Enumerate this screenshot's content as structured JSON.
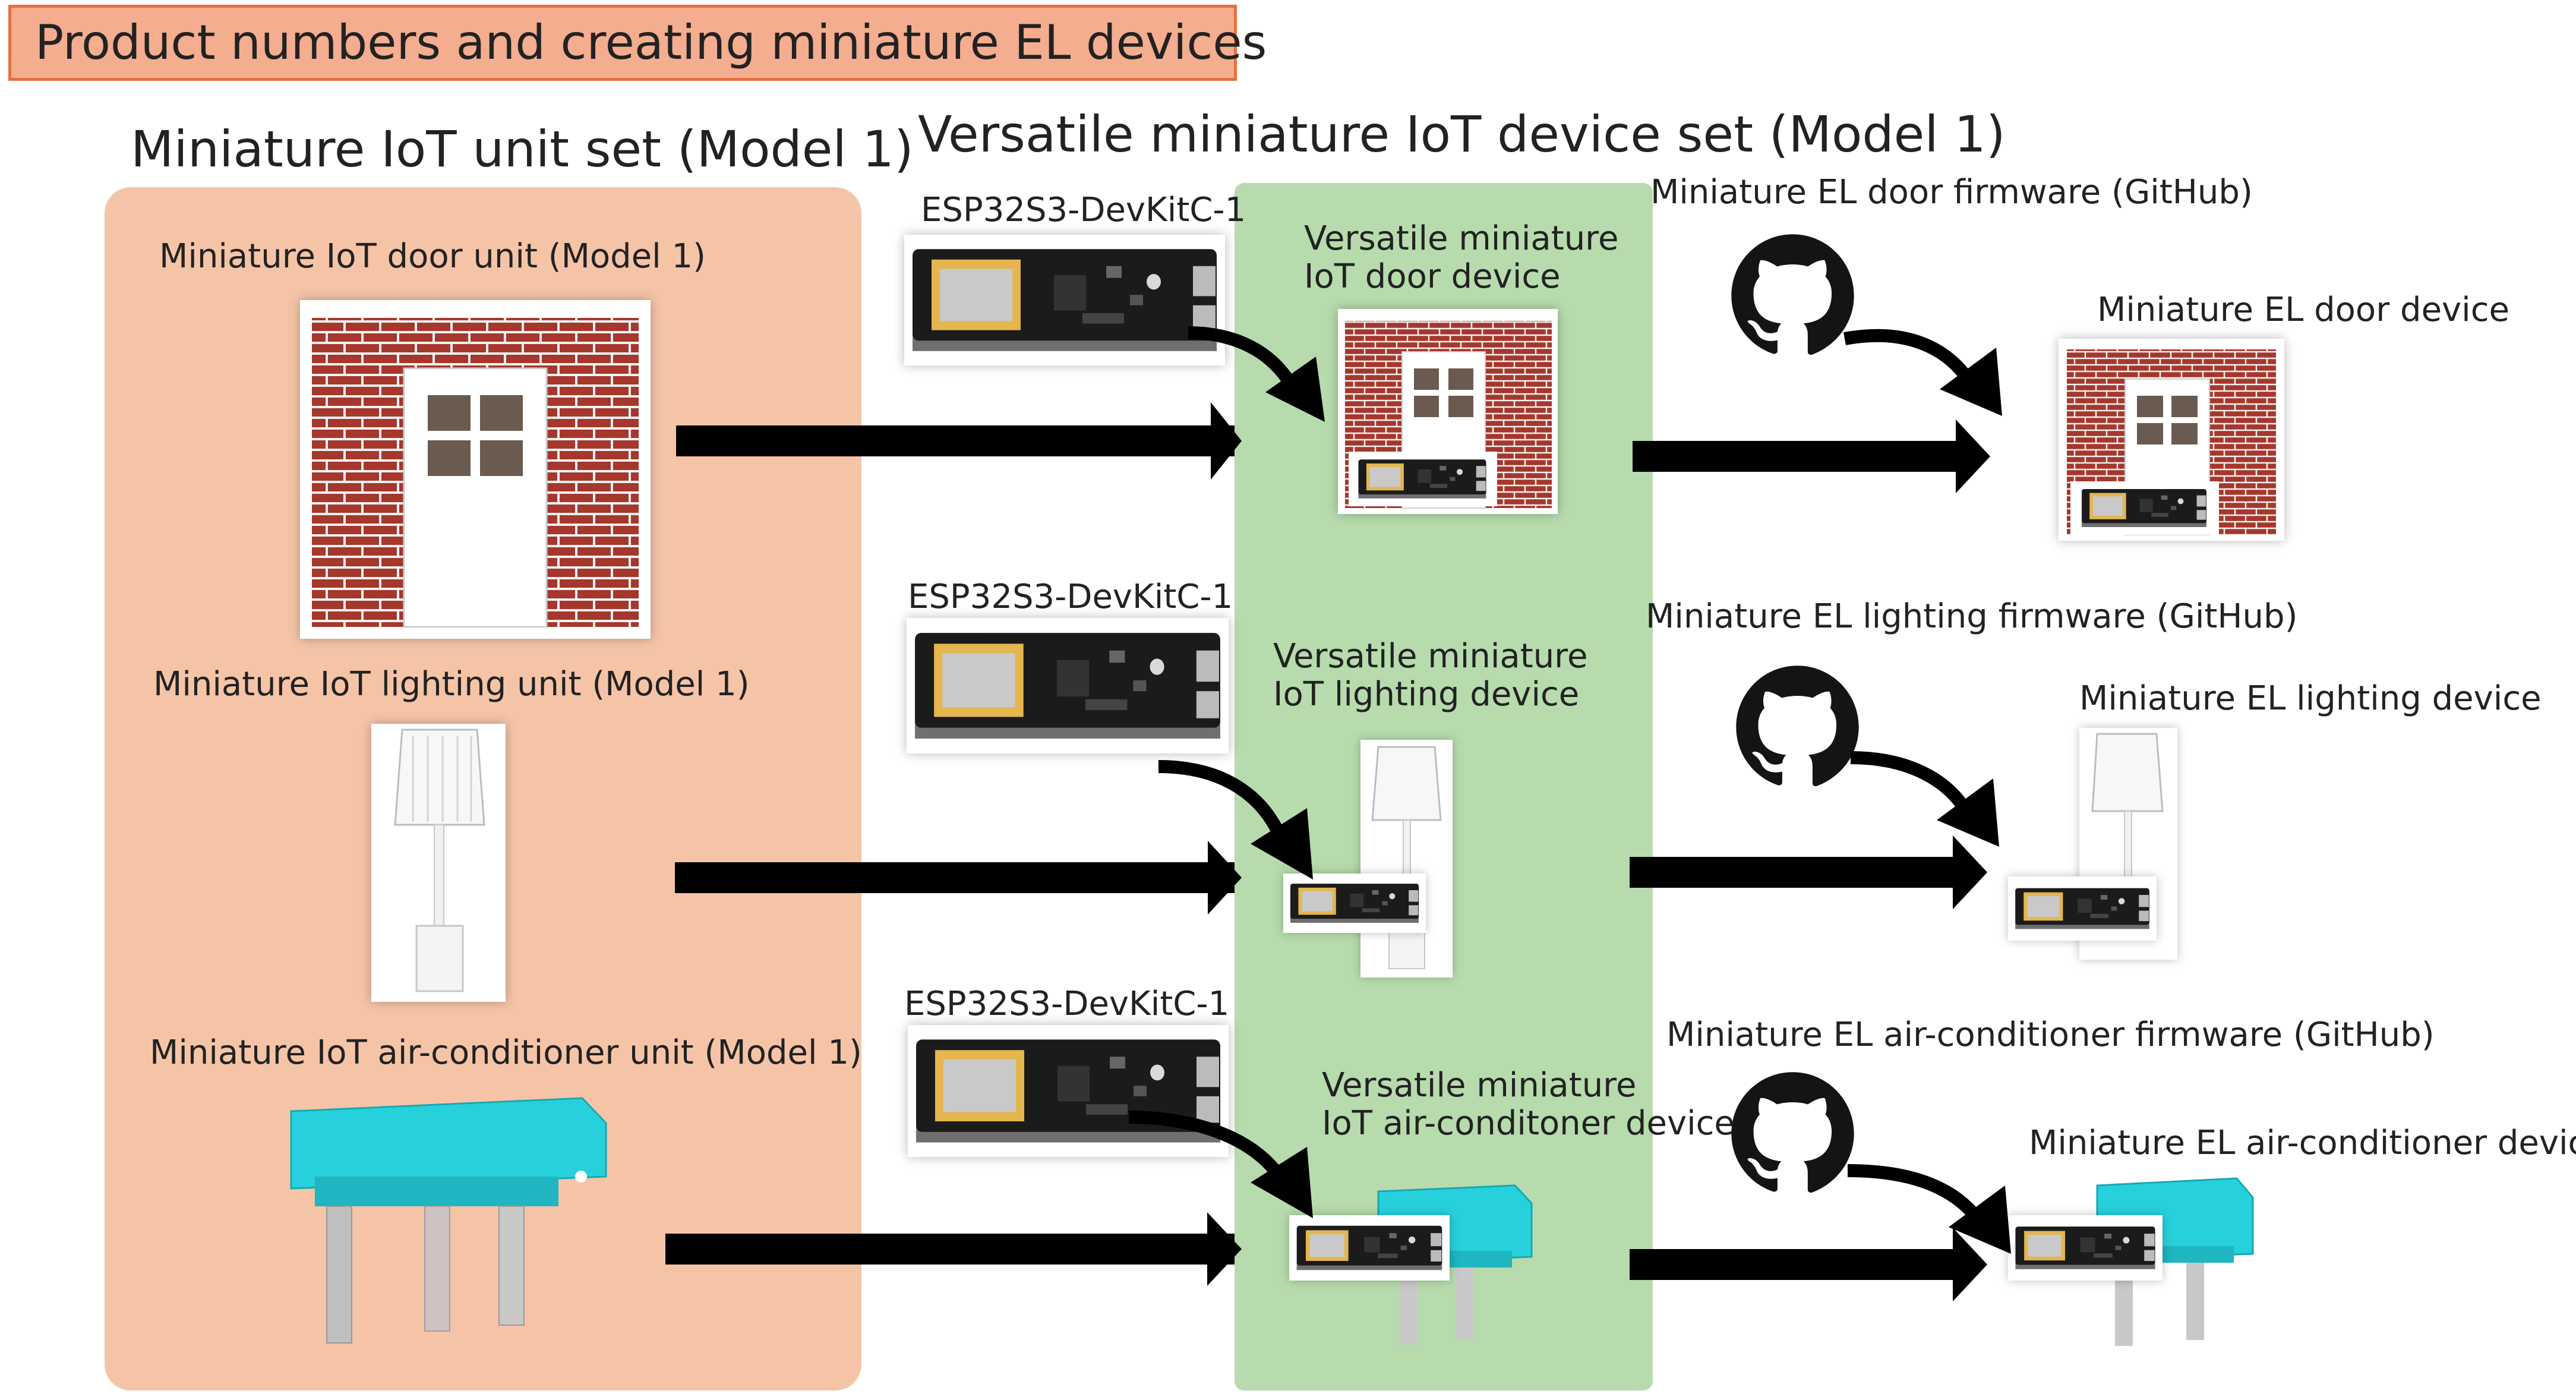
{
  "title": "Product numbers and creating miniature EL devices",
  "sections": {
    "unit_set": "Miniature IoT unit set (Model 1)",
    "device_set": "Versatile miniature IoT device set (Model 1)"
  },
  "units": {
    "door": "Miniature IoT door unit (Model 1)",
    "lighting": "Miniature IoT lighting unit (Model 1)",
    "aircon": "Miniature IoT air-conditioner unit (Model 1)"
  },
  "board_label": "ESP32S3-DevKitC-1",
  "devices": {
    "door": [
      "Versatile miniature",
      "IoT door device"
    ],
    "lighting": [
      "Versatile miniature",
      "IoT lighting device"
    ],
    "aircon": [
      "Versatile miniature",
      "IoT air-conditoner device"
    ]
  },
  "firmware": {
    "door": "Miniature EL door firmware (GitHub)",
    "lighting": "Miniature EL lighting firmware (GitHub)",
    "aircon": "Miniature EL air-conditioner firmware (GitHub)"
  },
  "el_devices": {
    "door": "Miniature EL door device",
    "lighting": "Miniature EL lighting device",
    "aircon": "Miniature EL air-conditioner device"
  },
  "icons": {
    "github": "github-icon",
    "arrow": "arrow-right-icon",
    "curved_arrow": "curved-arrow-icon"
  },
  "colors": {
    "title_fill": "#f4ad8e",
    "title_border": "#e8703e",
    "unit_panel": "#f5c4a7",
    "device_panel": "#b7dbad",
    "brick": "#a6372c",
    "board": "#1b1b1b",
    "aircon": "#27d1dc"
  }
}
